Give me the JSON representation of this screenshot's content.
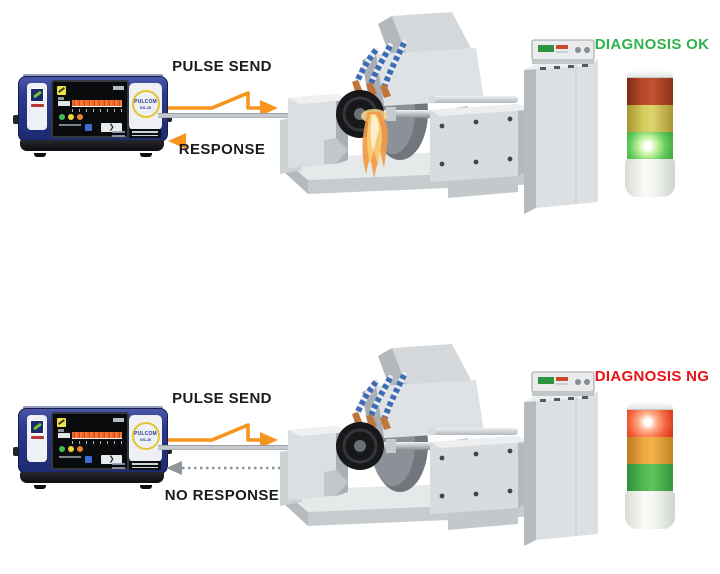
{
  "device": {
    "brand": "PULCOM",
    "model": "GS-20",
    "play_glyph": "❯"
  },
  "colors": {
    "pulse_arrow_orange": "#F7941E",
    "no_response_gray": "#8F9599",
    "diagnosis_ok_green": "#2FB14C",
    "diagnosis_ng_red": "#E81117",
    "tower_red": "#D63318",
    "tower_amber": "#EDA73F",
    "tower_green": "#3AA844",
    "device_body_blue": "#2C3A8E"
  },
  "panels": [
    {
      "pulse_label": "PULSE SEND",
      "return_label": "RESPONSE",
      "diagnosis_label": "DIAGNOSIS OK",
      "diagnosis_color": "#2FB14C",
      "tower_lit": "green",
      "sparks": true
    },
    {
      "pulse_label": "PULSE SEND",
      "return_label": "NO RESPONSE",
      "diagnosis_label": "DIAGNOSIS NG",
      "diagnosis_color": "#E81117",
      "tower_lit": "red",
      "sparks": false
    }
  ]
}
